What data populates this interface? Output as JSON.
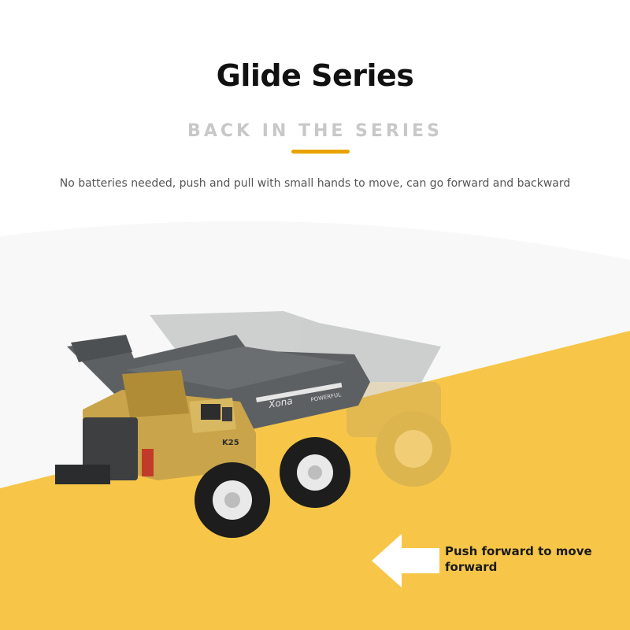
{
  "header": {
    "title": "Glide Series",
    "subtitle": "BACK IN THE SERIES",
    "description": "No batteries needed, push and pull with small hands to move, can go forward and backward"
  },
  "callout": {
    "label": "Push forward to move forward"
  },
  "truck": {
    "brand_text": "Xona",
    "model_text": "K25",
    "side_text": "POWERFUL"
  },
  "colors": {
    "accent": "#e8a300",
    "yellow_background": "#f7c648",
    "truck_body": "#c9a44a",
    "dump_bed": "#5d6062"
  }
}
